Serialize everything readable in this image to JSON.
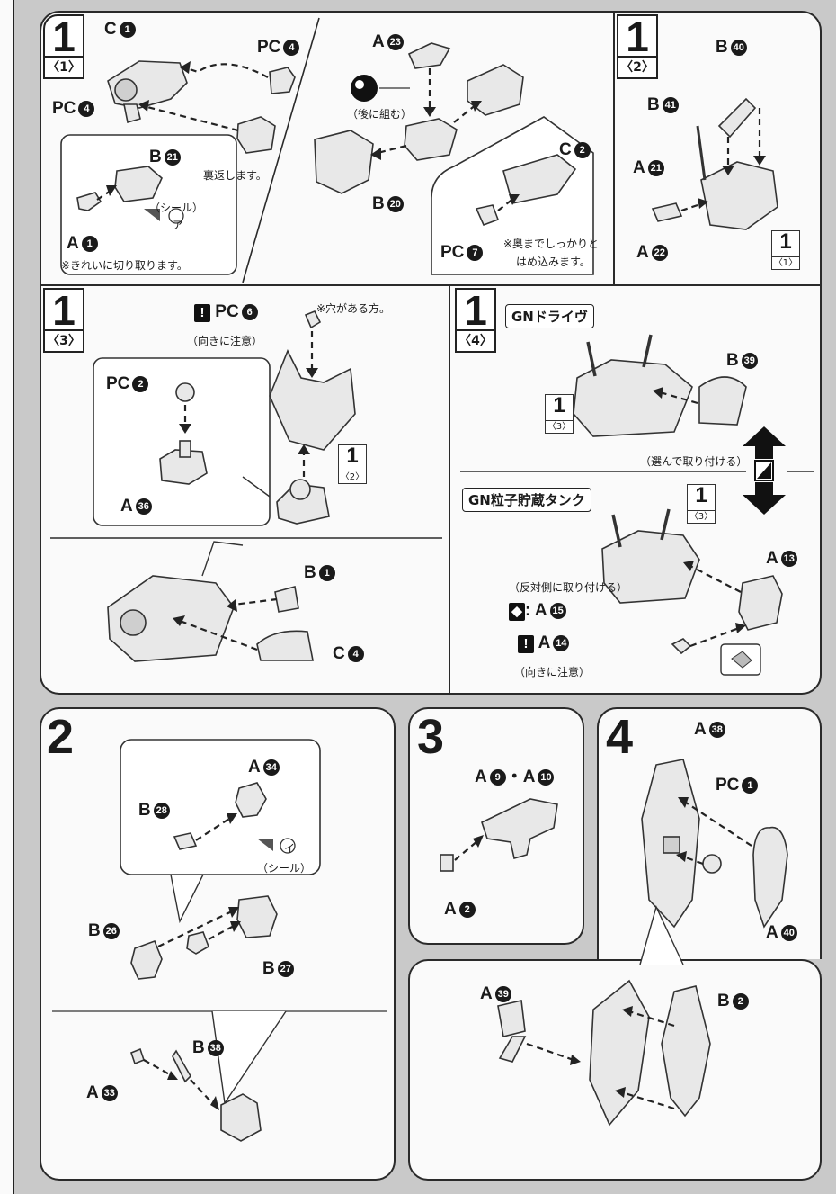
{
  "step1": {
    "number": "1",
    "sub1": "〈1〉",
    "sub2": "〈2〉",
    "sub3": "〈3〉",
    "sub4": "〈4〉",
    "sub1_labels": {
      "c1": "C",
      "pc4a": "PC",
      "pc4b": "PC",
      "b21": "B",
      "a1": "A",
      "a23": "A",
      "b20": "B",
      "c2": "C",
      "pc7": "PC"
    },
    "circled": {
      "n1": "1",
      "n2": "2",
      "n4": "4",
      "n6": "6",
      "n7": "7",
      "n13": "13",
      "n14": "14",
      "n15": "15",
      "n20": "20",
      "n21": "21",
      "n22": "22",
      "n23": "23",
      "n36": "36",
      "n39": "39",
      "n40": "40",
      "n41": "41"
    },
    "note_seal": "（シール）",
    "note_a": "ア",
    "note_flip": "裏返します。",
    "note_cut": "※きれいに切り取ります。",
    "note_later": "（後に組む）",
    "note_push1": "※奥までしっかりと",
    "note_push2": "はめ込みます。",
    "sub2_labels": {
      "b40": "B",
      "b41": "B",
      "a21": "A",
      "a22": "A"
    },
    "ref_1_1": {
      "n": "1",
      "s": "〈1〉"
    },
    "ref_1_2": {
      "n": "1",
      "s": "〈2〉"
    },
    "ref_1_3": {
      "n": "1",
      "s": "〈3〉"
    },
    "sub3_labels": {
      "pc6": "PC",
      "pc2": "PC",
      "a36": "A",
      "b1": "B",
      "c3": "C"
    },
    "note_hole": "※穴がある方。",
    "note_direction": "（向きに注意）",
    "gn_drive": "GNドライヴ",
    "gn_tank": "GN粒子貯蔵タンク",
    "note_choose": "（選んで取り付ける）",
    "note_opposite": "（反対側に取り付ける）",
    "sub4_labels": {
      "b39": "B",
      "a13": "A",
      "a15": ": A",
      "a14": "A"
    }
  },
  "step2": {
    "number": "2",
    "labels": {
      "a34": "A",
      "b28": "B",
      "b26": "B",
      "b27": "B",
      "b38": "B",
      "a33": "A"
    },
    "circled": {
      "n26": "26",
      "n27": "27",
      "n28": "28",
      "n33": "33",
      "n34": "34",
      "n38": "38"
    },
    "note_i": "イ",
    "note_seal": "（シール）"
  },
  "step3": {
    "number": "3",
    "labels": {
      "a9": "A",
      "dot": "・",
      "a10": "A",
      "a2": "A"
    },
    "circled": {
      "n9": "9",
      "n10": "10",
      "n2": "2"
    }
  },
  "step4": {
    "number": "4",
    "labels": {
      "a38": "A",
      "pc1": "PC",
      "a40": "A",
      "a39": "A",
      "b2": "B"
    },
    "circled": {
      "n38": "38",
      "n1": "1",
      "n40": "40",
      "n39": "39",
      "n2": "2"
    }
  }
}
